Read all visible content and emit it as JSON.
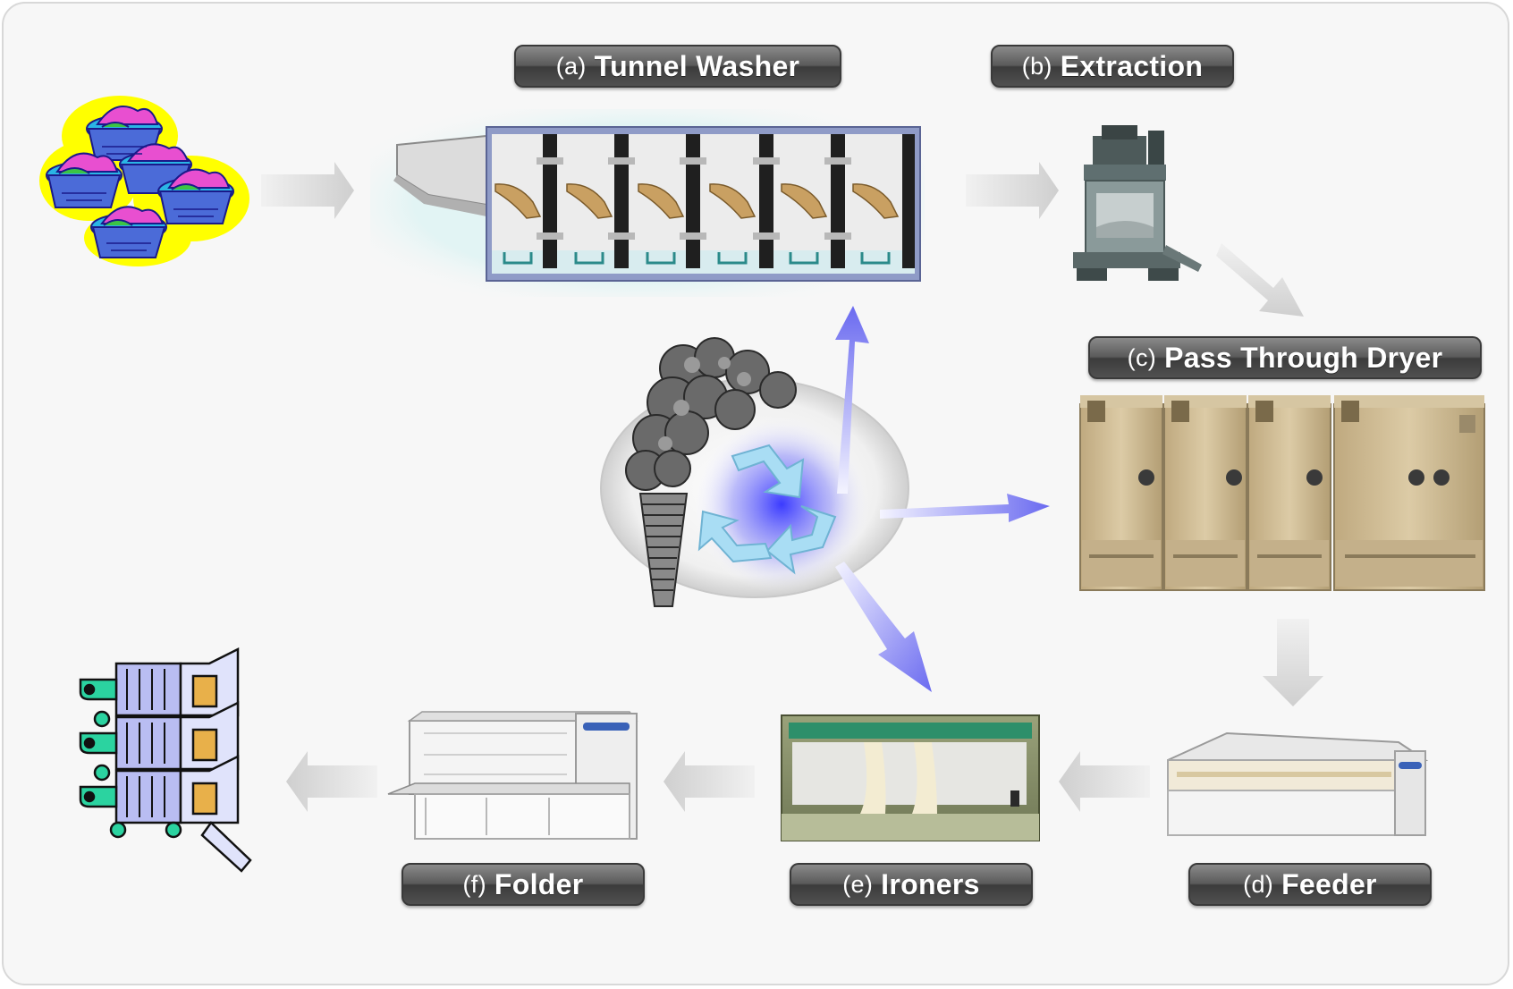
{
  "stages": {
    "a": {
      "tag": "(a)",
      "name": "Tunnel Washer"
    },
    "b": {
      "tag": "(b)",
      "name": "Extraction"
    },
    "c": {
      "tag": "(c)",
      "name": "Pass Through Dryer"
    },
    "d": {
      "tag": "(d)",
      "name": "Feeder"
    },
    "e": {
      "tag": "(e)",
      "name": "Ironers"
    },
    "f": {
      "tag": "(f)",
      "name": "Folder"
    }
  },
  "icons": {
    "laundry_baskets": "laundry-baskets-icon",
    "linen_carts": "linen-carts-icon",
    "emissions_recycle": "smokestack-recycle-icon"
  },
  "colors": {
    "pill_top": "#8a8a8a",
    "pill_bottom": "#3b3b3b",
    "flow_arrow": "#dcdcdc",
    "energy_arrow": "#6f6ff0",
    "recycle": "#a9ddf4",
    "dryer_body": "#cdb995"
  }
}
